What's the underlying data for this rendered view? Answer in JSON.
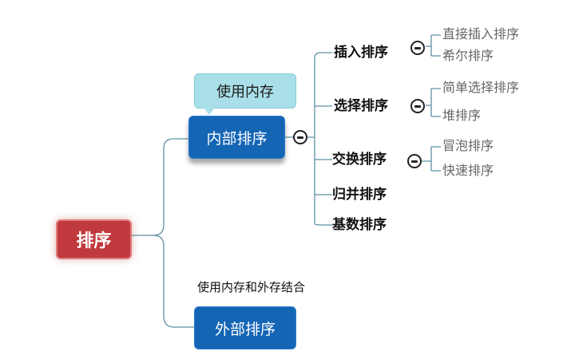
{
  "root": {
    "label": "排序"
  },
  "internal": {
    "label": "内部排序",
    "callout": "使用内存",
    "categories": [
      {
        "label": "插入排序",
        "leaves": [
          "直接插入排序",
          "希尔排序"
        ]
      },
      {
        "label": "选择排序",
        "leaves": [
          "简单选择排序",
          "堆排序"
        ]
      },
      {
        "label": "交换排序",
        "leaves": [
          "冒泡排序",
          "快速排序"
        ]
      },
      {
        "label": "归并排序",
        "leaves": []
      },
      {
        "label": "基数排序",
        "leaves": []
      }
    ]
  },
  "external": {
    "label": "外部排序",
    "note": "使用内存和外存结合"
  },
  "colors": {
    "root_fill": "#c0393c",
    "branch_fill": "#1565b5",
    "callout_fill": "#a9dfe8",
    "connector": "#5f8fa3"
  },
  "icons": {
    "collapse": "collapse-minus-icon"
  }
}
